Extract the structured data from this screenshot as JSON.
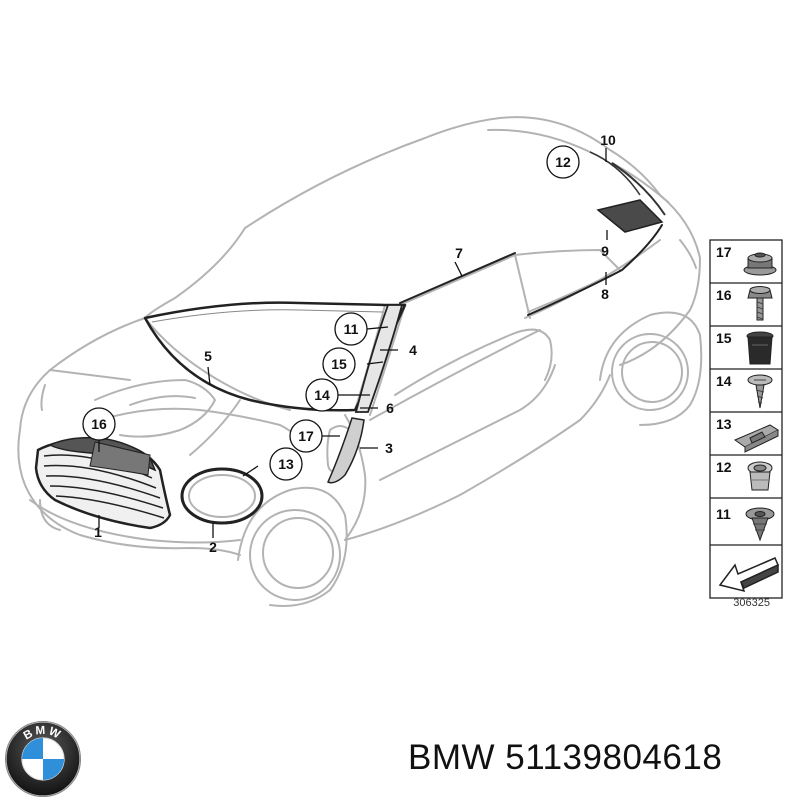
{
  "callouts": [
    {
      "id": "c1",
      "text": "1"
    },
    {
      "id": "c2",
      "text": "2"
    },
    {
      "id": "c3",
      "text": "3"
    },
    {
      "id": "c4",
      "text": "4"
    },
    {
      "id": "c5",
      "text": "5"
    },
    {
      "id": "c6",
      "text": "6"
    },
    {
      "id": "c7",
      "text": "7"
    },
    {
      "id": "c8",
      "text": "8"
    },
    {
      "id": "c9",
      "text": "9"
    },
    {
      "id": "c10",
      "text": "10"
    },
    {
      "id": "c11",
      "text": "11"
    },
    {
      "id": "c12",
      "text": "12"
    },
    {
      "id": "c13",
      "text": "13"
    },
    {
      "id": "c14",
      "text": "14"
    },
    {
      "id": "c15",
      "text": "15"
    },
    {
      "id": "c16",
      "text": "16"
    },
    {
      "id": "c17",
      "text": "17"
    }
  ],
  "legend": [
    "17",
    "16",
    "15",
    "14",
    "13",
    "12",
    "11"
  ],
  "diagram_number": "306325",
  "logo_letters": "BMW",
  "brand_line": "BMW 51139804618",
  "colors": {
    "outline": "#b5b5b5",
    "ink": "#111111",
    "part_fill": "#555555",
    "blue": "#2f8fd8"
  }
}
